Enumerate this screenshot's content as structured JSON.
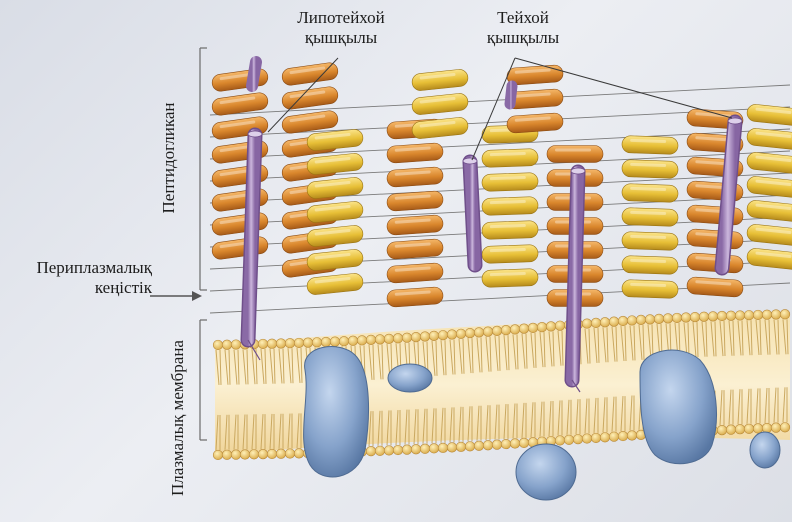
{
  "labels": {
    "lipoteichoic_line1": "Липотейхой",
    "lipoteichoic_line2": "қышқылы",
    "teichoic_line1": "Тейхой",
    "teichoic_line2": "қышқылы",
    "peptidoglycan": "Пептидогликан",
    "periplasmic_line1": "Периплазмалық",
    "periplasmic_line2": "кеңістік",
    "plasma_membrane": "Плазмалық мембрана"
  },
  "colors": {
    "background": "#e4e7ee",
    "peptidoglycan_orange": "#d98a2e",
    "peptidoglycan_yellow": "#e9c23a",
    "teichoic_acid": "#a98cc0",
    "lipid_head": "#e8c56a",
    "membrane_core": "#f1d9a0",
    "protein": "#7f9fc8"
  }
}
